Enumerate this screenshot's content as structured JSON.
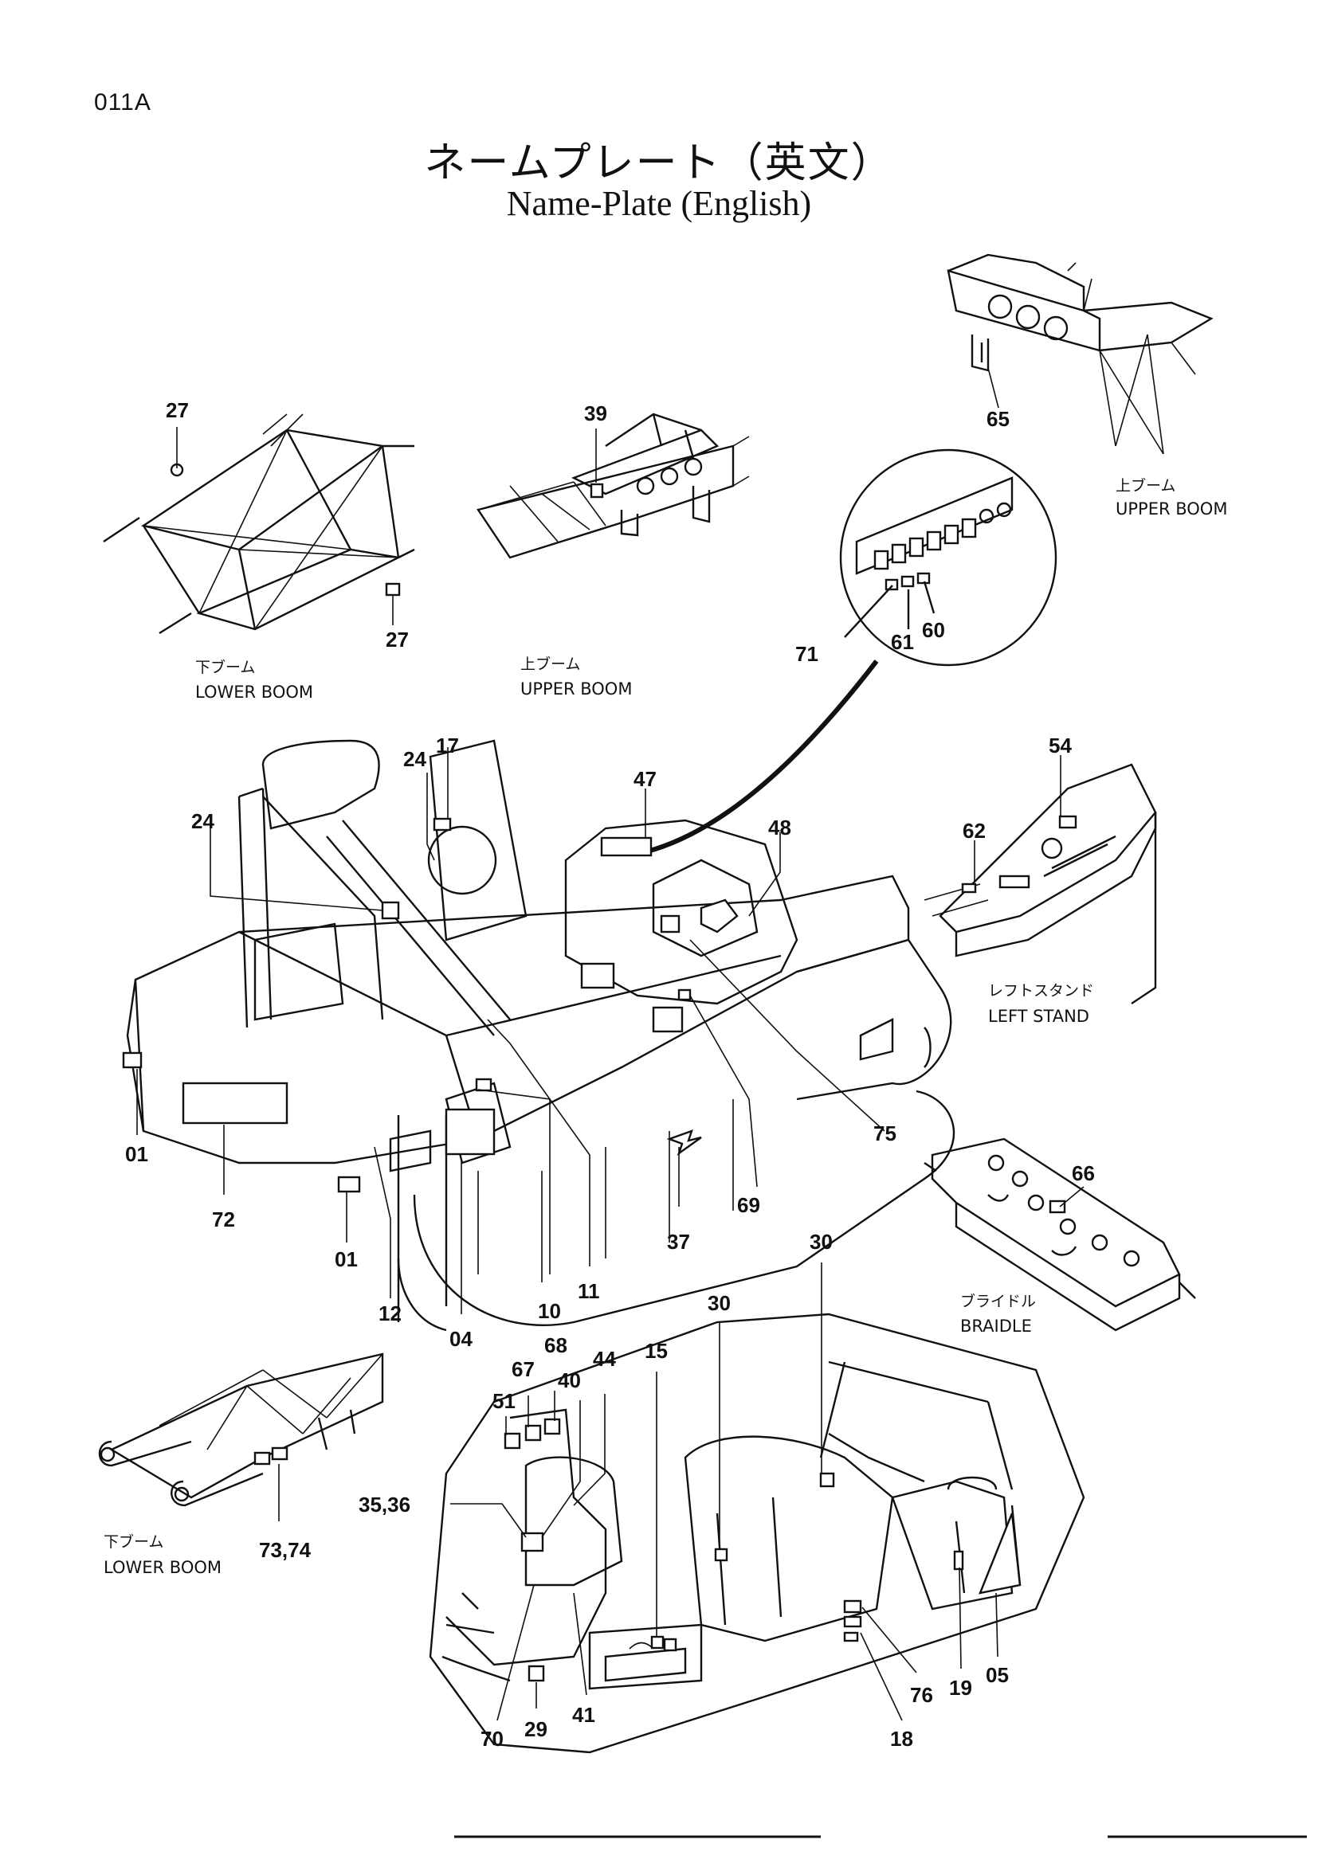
{
  "page_code": "011A",
  "title_jp": "ネームプレート（英文）",
  "title_en": "Name-Plate (English)",
  "captions": {
    "lower_boom_top_jp": "下ブーム",
    "lower_boom_top_en": "LOWER BOOM",
    "upper_boom_mid_jp": "上ブーム",
    "upper_boom_mid_en": "UPPER BOOM",
    "upper_boom_right_jp": "上ブーム",
    "upper_boom_right_en": "UPPER BOOM",
    "left_stand_jp": "レフトスタンド",
    "left_stand_en": "LEFT STAND",
    "braidle_jp": "ブライドル",
    "braidle_en": "BRAIDLE",
    "lower_boom_bottom_jp": "下ブーム",
    "lower_boom_bottom_en": "LOWER BOOM"
  },
  "part_labels": [
    "27",
    "27",
    "39",
    "65",
    "71",
    "61",
    "60",
    "24",
    "17",
    "47",
    "48",
    "54",
    "62",
    "24",
    "01",
    "72",
    "01",
    "12",
    "04",
    "10",
    "11",
    "37",
    "69",
    "75",
    "66",
    "30",
    "30",
    "15",
    "44",
    "40",
    "68",
    "67",
    "51",
    "35,36",
    "73,74",
    "70",
    "29",
    "41",
    "18",
    "76",
    "19",
    "05"
  ]
}
